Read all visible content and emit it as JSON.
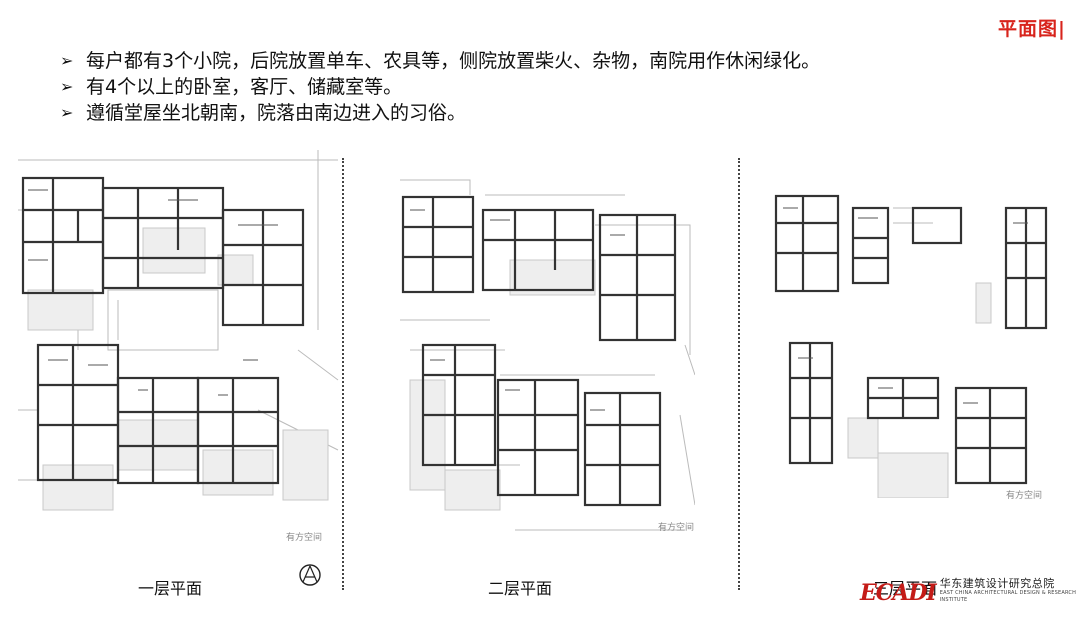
{
  "slide": {
    "tag": "平面图|",
    "bullets": [
      "每户都有3个小院，后院放置单车、农具等，侧院放置柴火、杂物，南院用作休闲绿化。",
      "有4个以上的卧室，客厅、储藏室等。",
      "遵循堂屋坐北朝南，院落由南边进入的习俗。"
    ],
    "bullet_icon": "arrow-bullet-icon"
  },
  "plans": [
    {
      "label": "一层平面",
      "watermark": "有方空间"
    },
    {
      "label": "二层平面",
      "watermark": "有方空间"
    },
    {
      "label": "三层平面",
      "watermark": "有方空间"
    }
  ],
  "logo": {
    "mark": "ECADI",
    "name_cn": "华东建筑设计研究总院",
    "name_en": "EAST CHINA ARCHITECTURAL DESIGN & RESEARCH INSTITUTE"
  },
  "colors": {
    "tag": "#d8241c",
    "logo": "#c41b17",
    "wall": "#333333"
  }
}
